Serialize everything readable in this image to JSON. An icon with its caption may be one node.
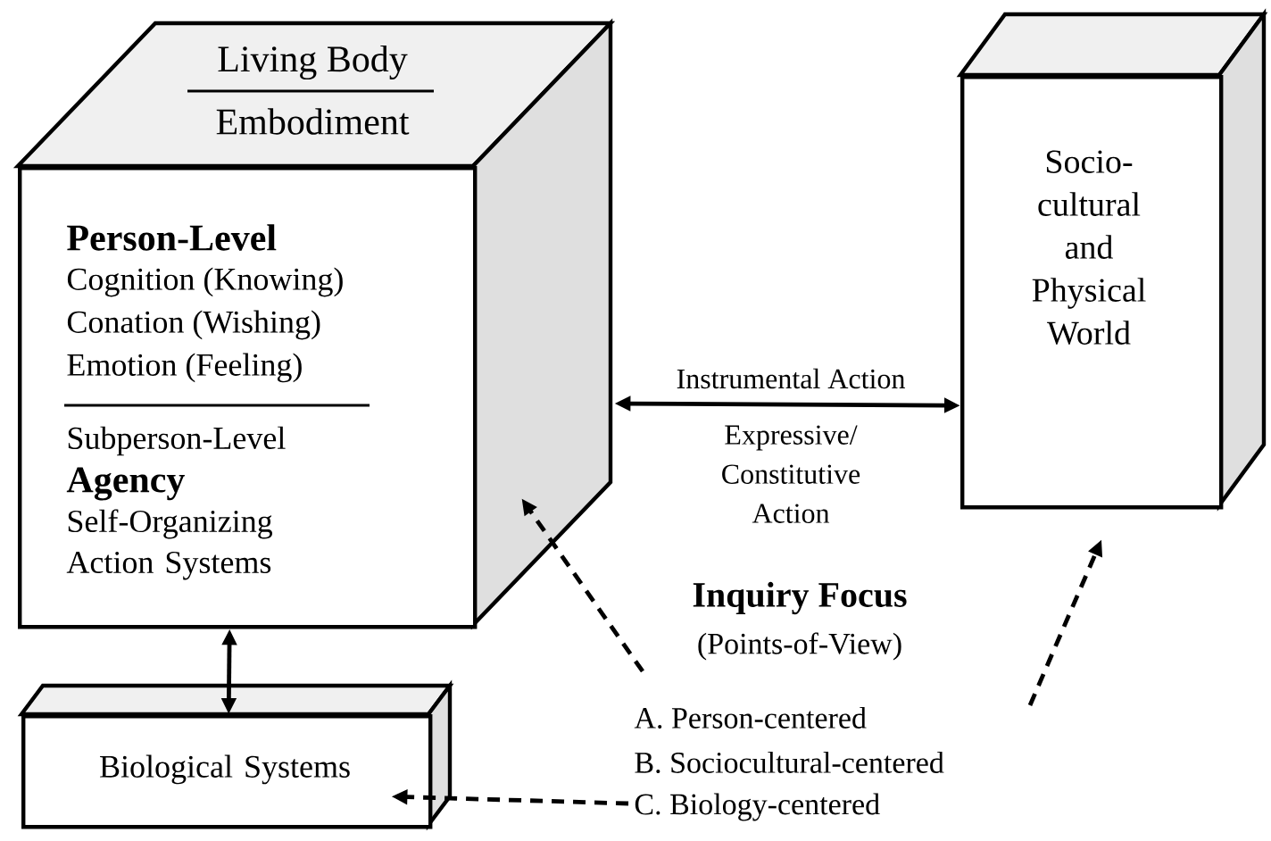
{
  "diagram": {
    "nodes": [
      {
        "text": [
          "Living Body",
          "Embodiment",
          "Person-Level",
          "Cognition (Knowing)",
          "Conation (Wishing)",
          "Emotion (Feeling)",
          "Subperson-Level",
          "Agency",
          "Self-Organizing Action Systems"
        ]
      },
      {
        "text": [
          "Socio- cultural and Physical World"
        ]
      },
      {
        "text": [
          "Biological Systems"
        ]
      },
      {
        "text": [
          "Inquiry Focus",
          "(Points-of-View)",
          "A. Person-centered",
          "B. Sociocultural-centered",
          "C. Biology-centered"
        ]
      }
    ],
    "edges": [
      {
        "from": 0,
        "to": 1,
        "arrow": "both",
        "label": "Instrumental Action"
      },
      {
        "from": 0,
        "to": 2,
        "arrow": "both"
      },
      {
        "from": 3,
        "to": 0,
        "arrow": "to",
        "style": "dashed"
      },
      {
        "from": 3,
        "to": 1,
        "arrow": "to",
        "style": "dashed"
      },
      {
        "from": 3,
        "to": 2,
        "arrow": "to",
        "style": "dashed"
      }
    ],
    "labels": [
      "Expressive/ Constitutive Action"
    ]
  }
}
